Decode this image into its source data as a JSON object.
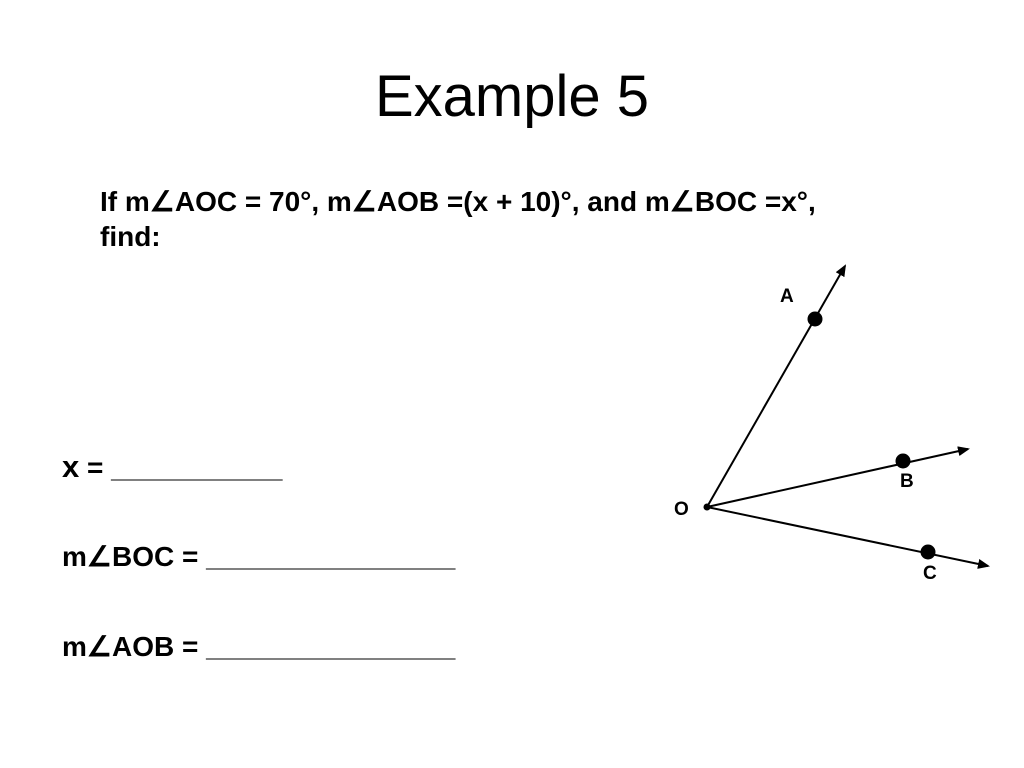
{
  "slide": {
    "title": "Example 5"
  },
  "problem": {
    "line1": "If m∠AOC = 70°, m∠AOB =(x + 10)°, and m∠BOC =x°,",
    "line2": "find:"
  },
  "answers": {
    "x_var": "x",
    "x_rest": " = ___________",
    "boc": "m∠BOC = ________________",
    "aob": "m∠AOB = ________________"
  },
  "diagram": {
    "vertex_label": "O",
    "point_labels": {
      "a": "A",
      "b": "B",
      "c": "C"
    }
  }
}
